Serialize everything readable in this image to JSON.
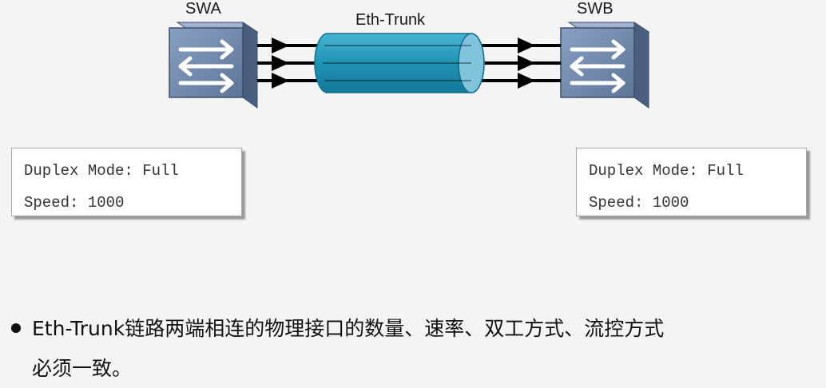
{
  "diagram": {
    "switch_a_label": "SWA",
    "switch_b_label": "SWB",
    "trunk_label": "Eth-Trunk",
    "link_count": 3
  },
  "left_box": {
    "duplex": "Duplex Mode: Full",
    "speed": "Speed: 1000"
  },
  "right_box": {
    "duplex": "Duplex Mode: Full",
    "speed": "Speed: 1000"
  },
  "bullet": {
    "line1": "Eth-Trunk链路两端相连的物理接口的数量、速率、双工方式、流控方式",
    "line2": "必须一致。"
  },
  "colors": {
    "switch_face": "#6f88ad",
    "trunk": "#1f93b5",
    "link": "#000000"
  }
}
